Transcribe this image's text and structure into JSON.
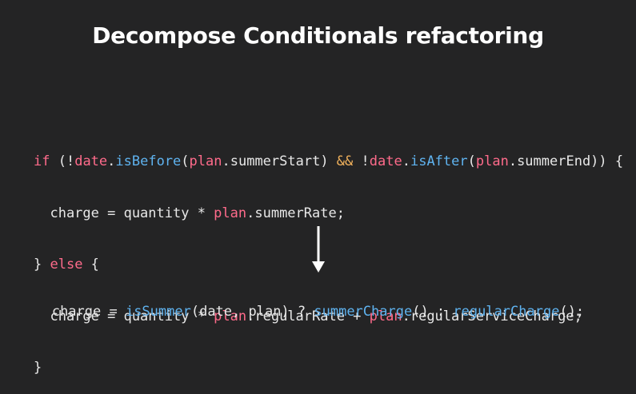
{
  "slide": {
    "title": "Decompose Conditionals refactoring"
  },
  "before_code": {
    "line1": {
      "t1": "if",
      "t2": " (!",
      "t3": "date",
      "t4": ".",
      "t5": "isBefore",
      "t6": "(",
      "t7": "plan",
      "t8": ".summerStart) ",
      "t9": "&&",
      "t10": " !",
      "t11": "date",
      "t12": ".",
      "t13": "isAfter",
      "t14": "(",
      "t15": "plan",
      "t16": ".summerEnd)) {"
    },
    "line2": {
      "t1": "  charge = quantity * ",
      "t2": "plan",
      "t3": ".summerRate;"
    },
    "line3": {
      "t1": "} ",
      "t2": "else",
      "t3": " {"
    },
    "line4": {
      "t1": "  charge = quantity * ",
      "t2": "plan",
      "t3": ".regularRate + ",
      "t4": "plan",
      "t5": ".regularServiceCharge;"
    },
    "line5": {
      "t1": "}"
    }
  },
  "after_code": {
    "t1": "charge = ",
    "t2": "isSummer",
    "t3": "(date, plan) ? ",
    "t4": "summerCharge",
    "t5": "() : ",
    "t6": "regularCharge",
    "t7": "();"
  },
  "colors": {
    "background": "#242425",
    "keyword": "#ff6b8b",
    "function": "#5fb3f0",
    "operator": "#f2b25c",
    "text": "#e8e8e8"
  },
  "icons": {
    "arrow": "arrow-down-icon"
  }
}
